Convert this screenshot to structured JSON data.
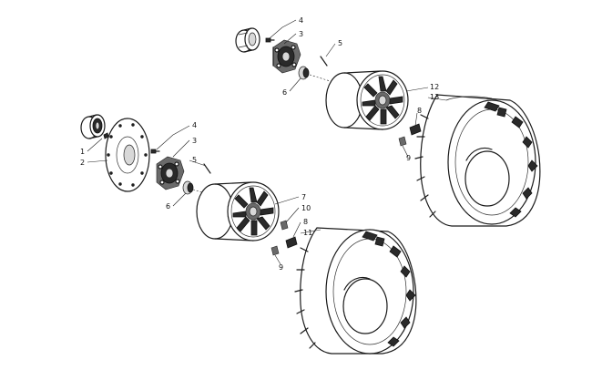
{
  "callouts": [
    {
      "id": "c4a",
      "text": "4"
    },
    {
      "id": "c3a",
      "text": "3"
    },
    {
      "id": "c5a",
      "text": "5"
    },
    {
      "id": "c6a",
      "text": "6"
    },
    {
      "id": "c12",
      "text": "12"
    },
    {
      "id": "c13",
      "text": "13"
    },
    {
      "id": "c8a",
      "text": "8"
    },
    {
      "id": "c9a",
      "text": "9"
    },
    {
      "id": "c1",
      "text": "1"
    },
    {
      "id": "c2",
      "text": "2"
    },
    {
      "id": "c4b",
      "text": "4"
    },
    {
      "id": "c3b",
      "text": "3"
    },
    {
      "id": "c5b",
      "text": "5"
    },
    {
      "id": "c6b",
      "text": "6"
    },
    {
      "id": "c7",
      "text": "7"
    },
    {
      "id": "c10",
      "text": "10"
    },
    {
      "id": "c8b",
      "text": "8"
    },
    {
      "id": "c11",
      "text": "11"
    },
    {
      "id": "c9b",
      "text": "9"
    }
  ]
}
